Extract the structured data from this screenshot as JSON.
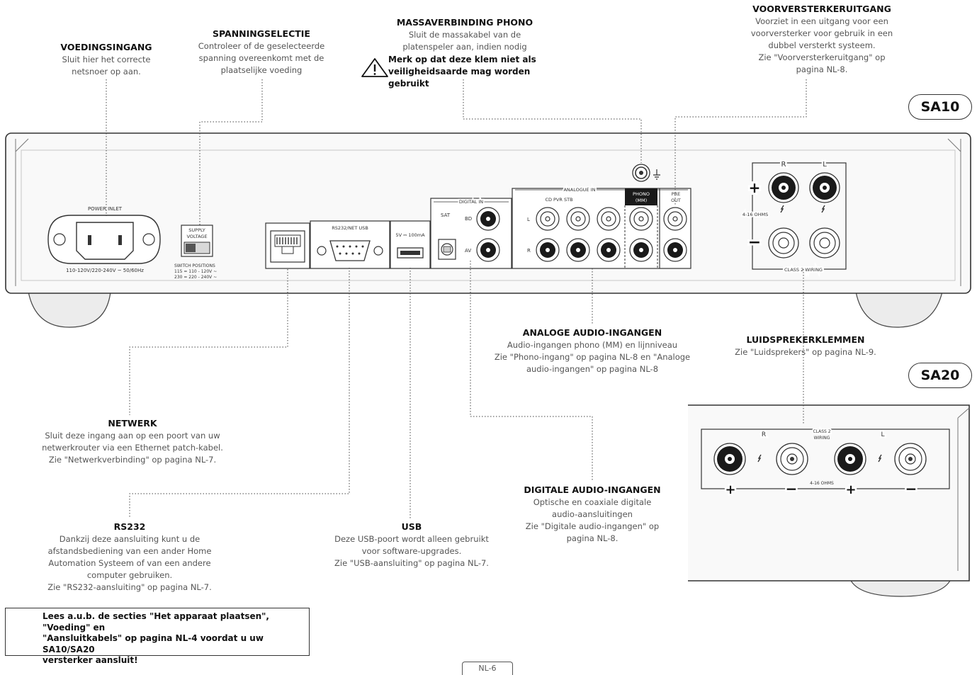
{
  "models": {
    "sa10": "SA10",
    "sa20": "SA20"
  },
  "callouts": {
    "voedingsingang": {
      "title": "VOEDINGSINGANG",
      "lines": [
        "Sluit hier het correcte",
        "netsnoer op aan."
      ]
    },
    "spanningselectie": {
      "title": "SPANNINGSELECTIE",
      "lines": [
        "Controleer of de geselecteerde",
        "spanning overeenkomt met de",
        "plaatselijke voeding"
      ]
    },
    "massaverbinding": {
      "title": "MASSAVERBINDING PHONO",
      "lines": [
        "Sluit de massakabel van de",
        "platenspeler aan, indien nodig"
      ],
      "warning": [
        "Merk op dat deze klem niet als",
        "veiligheidsaarde mag worden gebruikt"
      ]
    },
    "voorversterker": {
      "title": "VOORVERSTERKERUITGANG",
      "lines": [
        "Voorziet in een uitgang voor een",
        "voorversterker voor gebruik in een",
        "dubbel versterkt systeem.",
        "Zie \"Voorversterkeruitgang\" op",
        "pagina NL-8."
      ]
    },
    "analoge": {
      "title": "ANALOGE AUDIO-INGANGEN",
      "lines": [
        "Audio-ingangen phono (MM) en lijnniveau",
        "Zie \"Phono-ingang\" op pagina NL-8 en \"Analoge",
        "audio-ingangen\" op pagina NL-8"
      ]
    },
    "luidspreker": {
      "title": "LUIDSPREKERKLEMMEN",
      "lines": [
        "Zie \"Luidsprekers\" op pagina NL-9."
      ]
    },
    "netwerk": {
      "title": "NETWERK",
      "lines": [
        "Sluit deze ingang aan op een poort van uw",
        "netwerkrouter via een Ethernet patch-kabel.",
        "Zie \"Netwerkverbinding\" op pagina NL-7."
      ]
    },
    "digitale": {
      "title": "DIGITALE AUDIO-INGANGEN",
      "lines": [
        "Optische en coaxiale digitale",
        "audio-aansluitingen",
        "Zie \"Digitale audio-ingangen\" op",
        "pagina NL-8."
      ]
    },
    "rs232": {
      "title": "RS232",
      "lines": [
        "Dankzij deze aansluiting kunt u de",
        "afstandsbediening van een ander Home",
        "Automation Systeem of van een andere",
        "computer gebruiken.",
        "Zie \"RS232-aansluiting\" op pagina NL-7."
      ]
    },
    "usb": {
      "title": "USB",
      "lines": [
        "Deze USB-poort wordt alleen gebruikt",
        "voor software-upgrades.",
        "Zie \"USB-aansluiting\" op pagina NL-7."
      ]
    }
  },
  "bottom_warning": [
    "Lees a.u.b. de secties \"Het apparaat plaatsen\", \"Voeding\" en",
    "\"Aansluitkabels\" op pagina NL-4 voordat u uw SA10/SA20",
    "versterker aansluit!"
  ],
  "page_number": "NL-6",
  "panel_labels": {
    "power_inlet": "POWER INLET",
    "power_spec": "110-120V/220-240V ~ 50/60Hz",
    "supply_voltage": [
      "SUPPLY",
      "VOLTAGE"
    ],
    "switch_positions": [
      "SWITCH POSITIONS",
      "115 = 110 - 120V ~",
      "230 = 220 - 240V ~"
    ],
    "rs232_usb": "RS232/NET USB",
    "usb_rating": "5V ⎓ 100mA",
    "digital_in": "DIGITAL IN",
    "sat": "SAT",
    "bd": "BD",
    "av": "AV",
    "analogue_in": "ANALOGUE IN",
    "cd_pvr_stb": "CD  PVR  STB",
    "left": "L",
    "right": "R",
    "phono_mm": [
      "PHONO",
      "(MM)"
    ],
    "pre_out": [
      "PRE",
      "OUT"
    ],
    "ohms": "4-16 OHMS",
    "class2_wiring": "CLASS 2 WIRING",
    "class2": [
      "CLASS 2",
      "WIRING"
    ],
    "plus": "+",
    "minus": "−"
  }
}
